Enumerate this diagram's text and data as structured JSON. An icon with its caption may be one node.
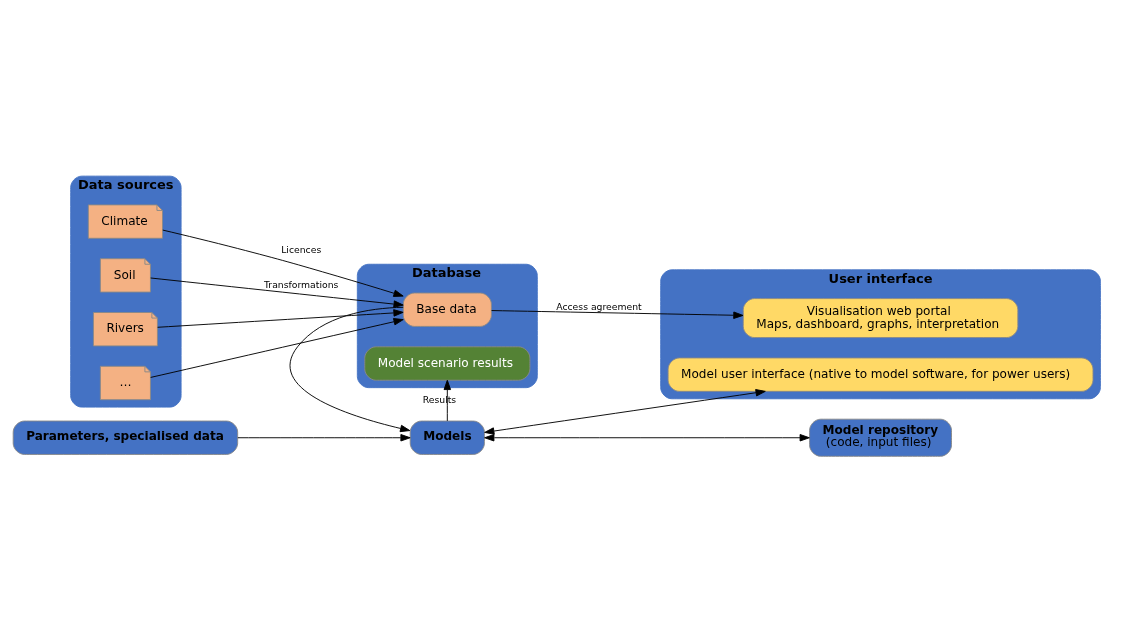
{
  "diagram": {
    "nodes": [
      {
        "text": [
          "Data sources"
        ]
      },
      {
        "text": [
          "Climate"
        ],
        "in": 0
      },
      {
        "text": [
          "Soil"
        ],
        "in": 0
      },
      {
        "text": [
          "Rivers"
        ],
        "in": 0
      },
      {
        "text": [
          "…"
        ],
        "in": 0
      },
      {
        "text": [
          "Database"
        ]
      },
      {
        "text": [
          "Base data"
        ],
        "in": 5
      },
      {
        "text": [
          "Model scenario results"
        ],
        "in": 5
      },
      {
        "text": [
          "User interface"
        ]
      },
      {
        "text": [
          "Visualisation web portal",
          "Maps, dashboard, graphs, interpretation"
        ],
        "in": 8
      },
      {
        "text": [
          "Model user interface (native to model software, for power users)"
        ],
        "in": 8
      },
      {
        "text": [
          "Parameters, specialised data"
        ]
      },
      {
        "text": [
          "Models"
        ]
      },
      {
        "text": [
          "Model repository",
          "(code, input files)"
        ]
      }
    ],
    "edges": [
      {
        "from": 1,
        "to": 6,
        "arrow": "to",
        "label": "Licences"
      },
      {
        "from": 2,
        "to": 6,
        "arrow": "to",
        "label": "Transformations"
      },
      {
        "from": 3,
        "to": 6,
        "arrow": "to"
      },
      {
        "from": 4,
        "to": 6,
        "arrow": "to"
      },
      {
        "from": 6,
        "to": 9,
        "arrow": "to",
        "label": "Access agreement"
      },
      {
        "from": 6,
        "to": 12,
        "arrow": "to"
      },
      {
        "from": 12,
        "to": 7,
        "arrow": "to",
        "label": "Results"
      },
      {
        "from": 11,
        "to": 12,
        "arrow": "to"
      },
      {
        "from": 12,
        "to": 10,
        "arrow": "both"
      },
      {
        "from": 12,
        "to": 13,
        "arrow": "both"
      }
    ]
  }
}
